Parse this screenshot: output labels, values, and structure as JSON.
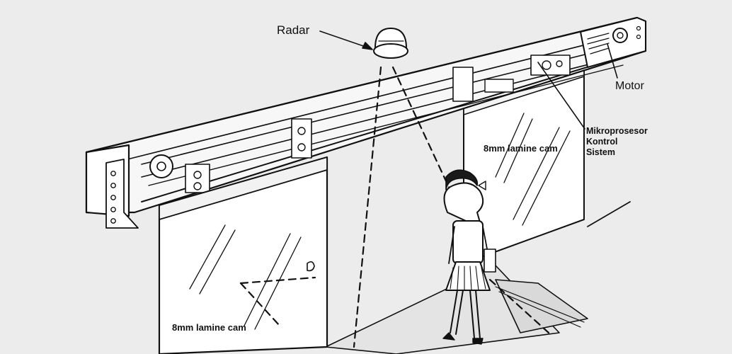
{
  "labels": {
    "radar": "Radar",
    "motor": "Motor",
    "controller_line1": "Mikroprosesor",
    "controller_line2": "Kontrol",
    "controller_line3": "Sistem",
    "glass_right": "8mm lamine cam",
    "glass_left": "8mm lamine cam"
  },
  "colors": {
    "background": "#ececec",
    "ink": "#111111",
    "panel_fill": "#ffffff",
    "floor_fill": "#e2e2e2"
  }
}
